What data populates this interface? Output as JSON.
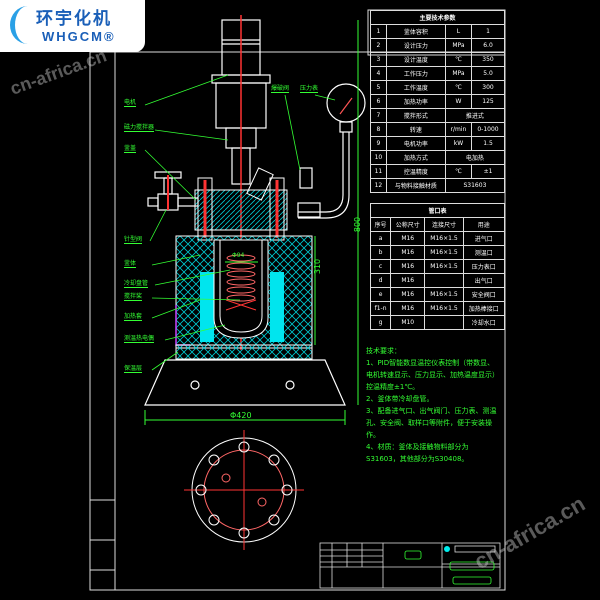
{
  "logo": {
    "cn": "环宇化机",
    "en": "WHGCM®"
  },
  "watermarks": [
    "cn-africa.cn",
    "cn-africa.cn"
  ],
  "spec_table": {
    "title": "主要技术参数",
    "rows": [
      [
        "1",
        "釜体容积",
        "L",
        "1"
      ],
      [
        "2",
        "设计压力",
        "MPa",
        "6.0"
      ],
      [
        "3",
        "设计温度",
        "℃",
        "350"
      ],
      [
        "4",
        "工作压力",
        "MPa",
        "5.0"
      ],
      [
        "5",
        "工作温度",
        "℃",
        "300"
      ],
      [
        "6",
        "加热功率",
        "W",
        "125"
      ],
      [
        "7",
        "搅拌形式",
        "推进式",
        ""
      ],
      [
        "8",
        "转速",
        "r/min",
        "0-1000"
      ],
      [
        "9",
        "电机功率",
        "kW",
        "1.5"
      ],
      [
        "10",
        "加热方式",
        "电加热",
        ""
      ],
      [
        "11",
        "控温精度",
        "℃",
        "±1"
      ],
      [
        "12",
        "与物料接触材质",
        "S31603",
        ""
      ]
    ]
  },
  "nozzle_table": {
    "title": "管口表",
    "headers": [
      "序号",
      "公称尺寸",
      "连接尺寸",
      "用途"
    ],
    "rows": [
      [
        "a",
        "M16",
        "M16×1.5",
        "进气口"
      ],
      [
        "b",
        "M16",
        "M16×1.5",
        "测温口"
      ],
      [
        "c",
        "M16",
        "M16×1.5",
        "压力表口"
      ],
      [
        "d",
        "M16",
        "",
        "出气口"
      ],
      [
        "e",
        "M16",
        "M16×1.5",
        "安全阀口"
      ],
      [
        "f1-n",
        "M16",
        "M16×1.5",
        "加热棒接口"
      ],
      [
        "g",
        "M10",
        "",
        "冷却水口"
      ]
    ]
  },
  "notes": {
    "title": "技术要求：",
    "lines": [
      "1、PID智能数显温控仪表控制（带数显、电机转速显示、压力显示、加热温度显示）控温精度±1℃。",
      "2、釜体带冷却盘管。",
      "3、配备进气口、出气阀门、压力表、测温孔、安全阀、取样口等附件，便于安装操作。",
      "4、材质：釜体及接触物料部分为S31603，其他部分为S30408。"
    ]
  },
  "labels": {
    "motor": "电机",
    "magnetic_stirrer": "磁力搅拌器",
    "lid": "釜盖",
    "needle_valve": "针型阀",
    "vessel": "釜体",
    "cooling_coil": "冷却盘管",
    "agitator": "搅拌桨",
    "heating_jacket": "加热套",
    "thermocouple": "测温热电偶",
    "insulation": "保温层",
    "burst_valve": "爆破阀",
    "pressure_gauge": "压力表"
  },
  "dimensions": {
    "height": "800",
    "jacket_height": "310",
    "base_diameter": "Φ420",
    "inner_diameter": "Φ94"
  },
  "colors": {
    "line": "#ffffff",
    "green": "#33ff33",
    "red": "#ff3333",
    "cyan": "#00e5ee",
    "magenta": "#cc44ff"
  }
}
